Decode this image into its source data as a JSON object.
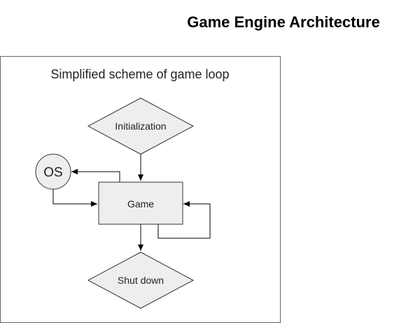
{
  "title": "Game Engine Architecture",
  "diagram": {
    "container_label": "Simplified scheme of game loop",
    "nodes": {
      "initialization": "Initialization",
      "game": "Game",
      "os": "OS",
      "shutdown": "Shut down"
    },
    "colors": {
      "node_fill": "#eeeeee",
      "stroke": "#333333",
      "container_stroke": "#666666",
      "arrow": "#000000"
    }
  }
}
